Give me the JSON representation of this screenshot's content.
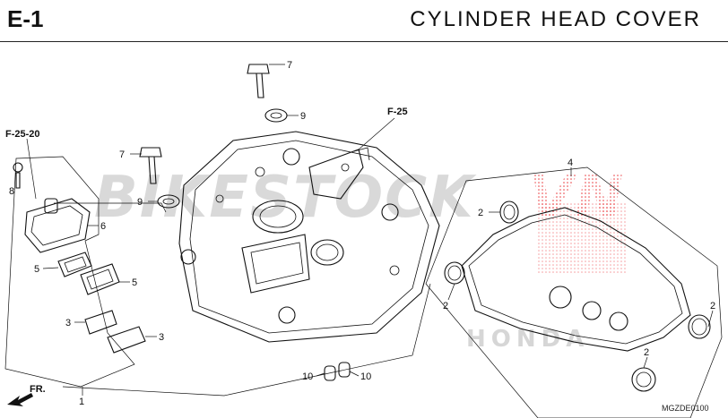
{
  "header": {
    "page_id": "E-1",
    "title": "CYLINDER HEAD COVER"
  },
  "watermark": {
    "text_gray": "BIKESTOCK",
    "text_red": "VN",
    "brand": "HONDA",
    "red": "#e8262b",
    "gray": "#b5b5b5"
  },
  "references": {
    "f25": "F-25",
    "f2520": "F-25-20",
    "fr": "FR."
  },
  "callouts": {
    "c1": "1",
    "c2a": "2",
    "c2b": "2",
    "c2c": "2",
    "c2d": "2",
    "c3a": "3",
    "c3b": "3",
    "c4": "4",
    "c5a": "5",
    "c5b": "5",
    "c6": "6",
    "c7a": "7",
    "c7b": "7",
    "c8": "8",
    "c9a": "9",
    "c9b": "9",
    "c10a": "10",
    "c10b": "10"
  },
  "diagram_code": "MGZDE0100"
}
